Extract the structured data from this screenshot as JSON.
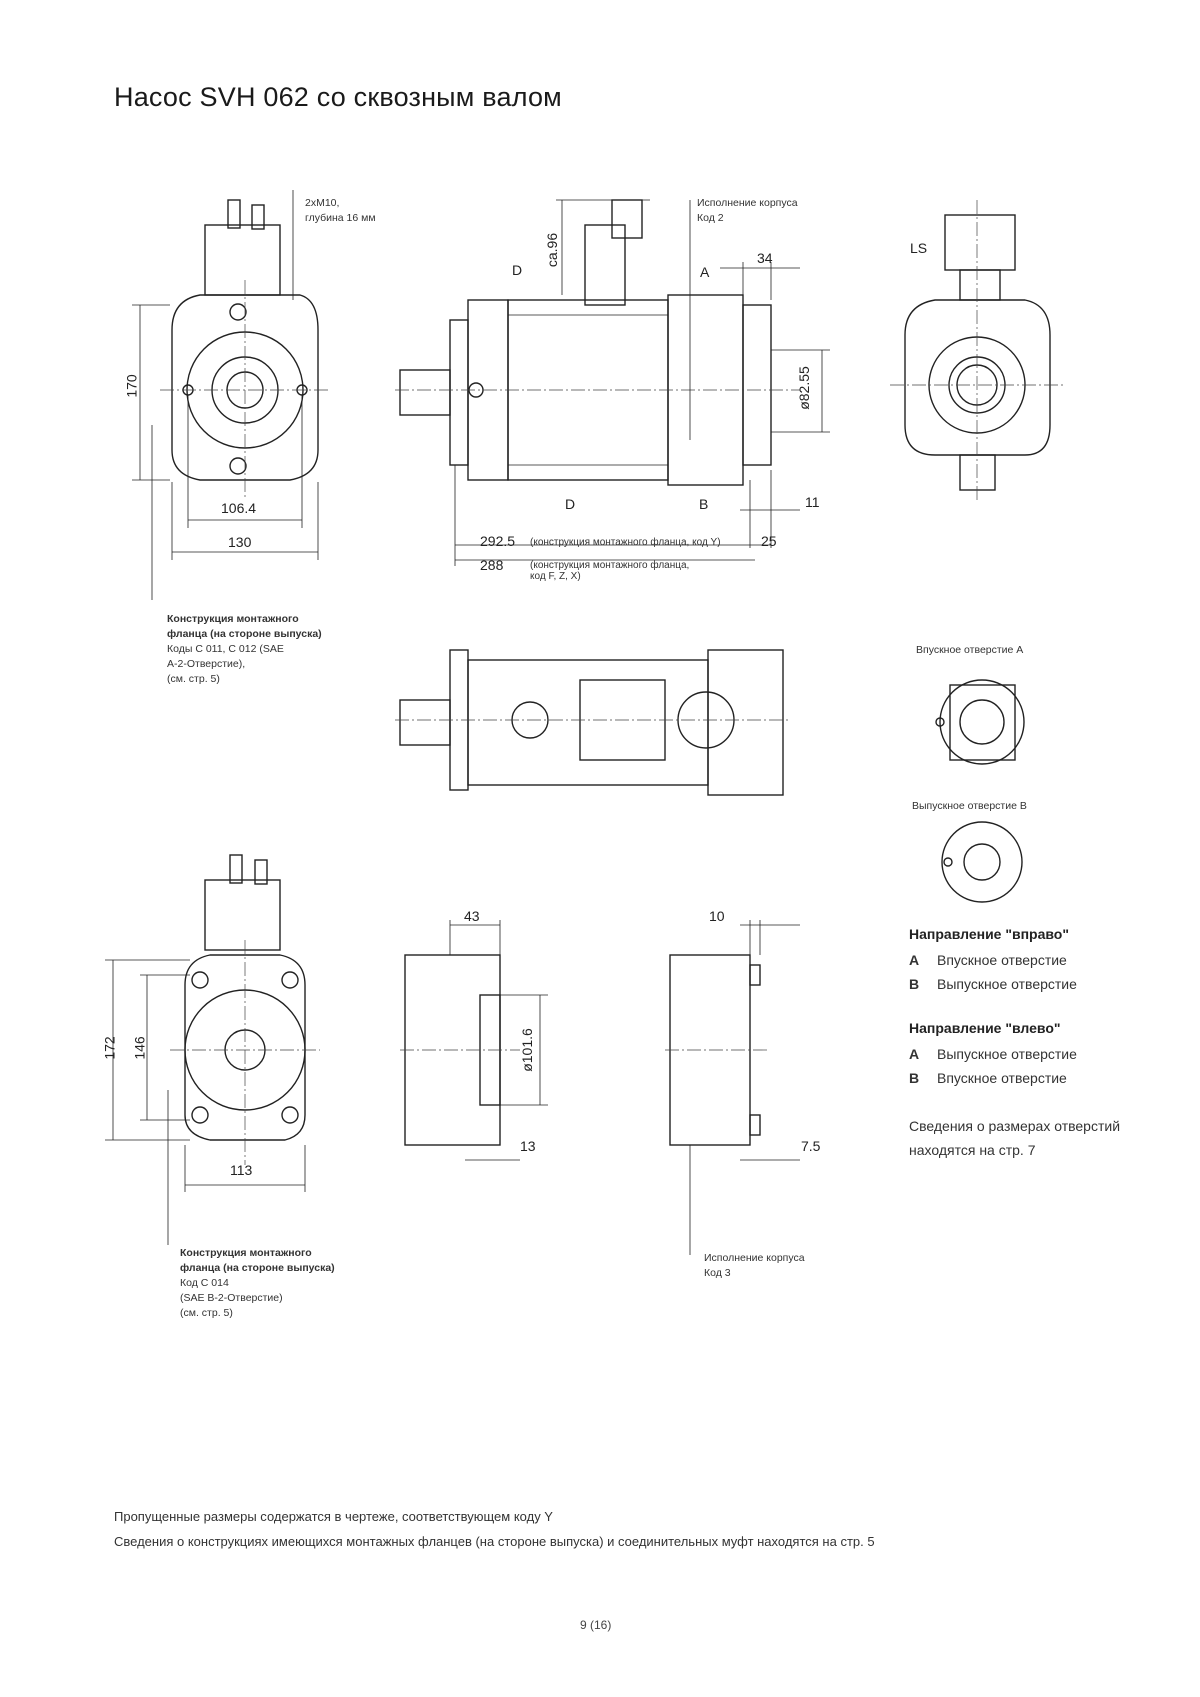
{
  "page": {
    "title": "Насос SVH 062 со сквозным валом",
    "page_number": "9 (16)"
  },
  "notes": {
    "thread": [
      "2xM10,",
      "глубина 16 мм"
    ],
    "housing_code2": [
      "Исполнение корпуса",
      "Код 2"
    ],
    "housing_code3": [
      "Исполнение корпуса",
      "Код 3"
    ],
    "flange1_head": [
      "Конструкция монтажного",
      "фланца (на стороне выпуска)"
    ],
    "flange1_body": [
      "Коды C 011, C 012 (SAE",
      "A-2-Отверстие),",
      "(см. стр. 5)"
    ],
    "flange2_head": [
      "Конструкция монтажного",
      "фланца (на стороне выпуска)"
    ],
    "flange2_body": [
      "Код C 014",
      "(SAE B-2-Отверстие)",
      "(см. стр. 5)"
    ],
    "inlet_a": "Впускное отверстие A",
    "outlet_b": "Выпускное отверстие B"
  },
  "dimensions": {
    "d170": "170",
    "d106": "106.4",
    "d130": "130",
    "ca96": "ca.96",
    "d34": "34",
    "d8255": "ø82.55",
    "d11": "11",
    "d25": "25",
    "d2925": "292.5",
    "d2925_note": "(конструкция монтажного фланца, код Y)",
    "d288": "288",
    "d288_note": [
      "(конструкция монтажного фланца,",
      "код F, Z, X)"
    ],
    "d172": "172",
    "d146": "146",
    "d113": "113",
    "d43": "43",
    "d1016": "ø101.6",
    "d13": "13",
    "d10": "10",
    "d75": "7.5",
    "port_A": "A",
    "port_B": "B",
    "port_D1": "D",
    "port_D2": "D",
    "ls": "LS"
  },
  "legend": {
    "right_title": "Направление \"вправо\"",
    "right_rows": [
      {
        "key": "A",
        "text": "Впускное отверстие"
      },
      {
        "key": "B",
        "text": "Выпускное отверстие"
      }
    ],
    "left_title": "Направление \"влево\"",
    "left_rows": [
      {
        "key": "A",
        "text": "Выпускное отверстие"
      },
      {
        "key": "B",
        "text": "Впускное отверстие"
      }
    ],
    "port_note": [
      "Сведения о размерах отверстий",
      "находятся на стр. 7"
    ]
  },
  "footer": {
    "line1": "Пропущенные размеры содержатся в чертеже, соответствующем коду Y",
    "line2": "Сведения о конструкциях имеющихся монтажных фланцев (на стороне выпуска) и соединительных муфт находятся на стр. 5"
  }
}
